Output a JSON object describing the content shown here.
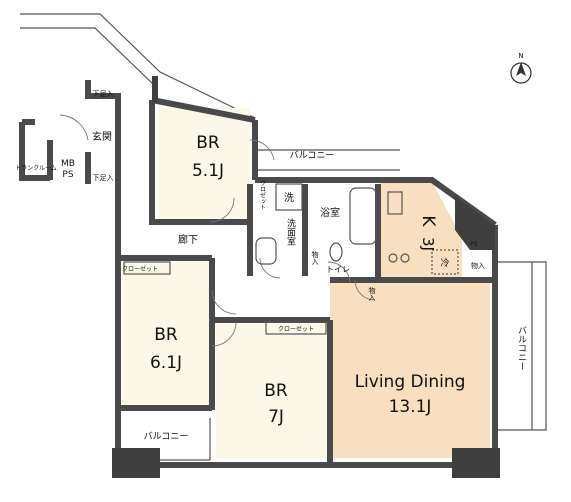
{
  "rooms": {
    "br_a": {
      "type": "BR",
      "size": "5.1J"
    },
    "br_b": {
      "type": "BR",
      "size": "6.1J"
    },
    "br_c": {
      "type": "BR",
      "size": "7J"
    },
    "ld": {
      "type": "Living Dining",
      "size": "13.1J"
    },
    "kitchen": {
      "type": "K",
      "size": "3J"
    }
  },
  "labels": {
    "entrance": "玄関",
    "hallway": "廊下",
    "bath": "浴室",
    "washroom": "洗面室",
    "washer": "洗",
    "toilet": "トイレ",
    "storage": "物入",
    "closet": "クローゼット",
    "closet_small": "クロゼット",
    "shoe_storage": "下足入",
    "trunk_room": "トランクルーム",
    "mb_ps_top": "MB",
    "mb_ps_bottom": "PS",
    "ps": "PS",
    "fridge": "冷",
    "balcony": "バルコニー"
  },
  "compass": {
    "letter": "N"
  },
  "colors": {
    "floor_plain": "#ffffff",
    "floor_bedroom": "#fbf8e8",
    "floor_wood": "#f7dfc0",
    "wall": "#4a4a4a",
    "pillar": "#3f3f3f"
  }
}
